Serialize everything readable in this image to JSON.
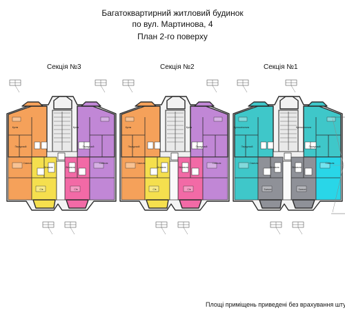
{
  "title_lines": [
    "Багатоквартирний житловий будинок",
    "по вул. Мартинова, 4",
    "План 2-го поверху"
  ],
  "sections": [
    {
      "label": "Секція №3",
      "scheme": "warm"
    },
    {
      "label": "Секція №2",
      "scheme": "warm"
    },
    {
      "label": "Секція №1",
      "scheme": "teal"
    }
  ],
  "room_labels": [
    "Кухня",
    "Спальня",
    "Вітальня",
    "Передпокій",
    "С/в",
    "Ванна",
    "Балкон",
    "Кухня-вітальня"
  ],
  "footnote": "Площі приміщень приведені без врахування шту",
  "colors": {
    "orange": "#f5a15a",
    "purple": "#c187d6",
    "yellow": "#f5df4e",
    "pink": "#f26aa6",
    "teal": "#3fc7c9",
    "cyan": "#29d6e8",
    "grey": "#8f9198",
    "walls": "#2b2b2b"
  }
}
